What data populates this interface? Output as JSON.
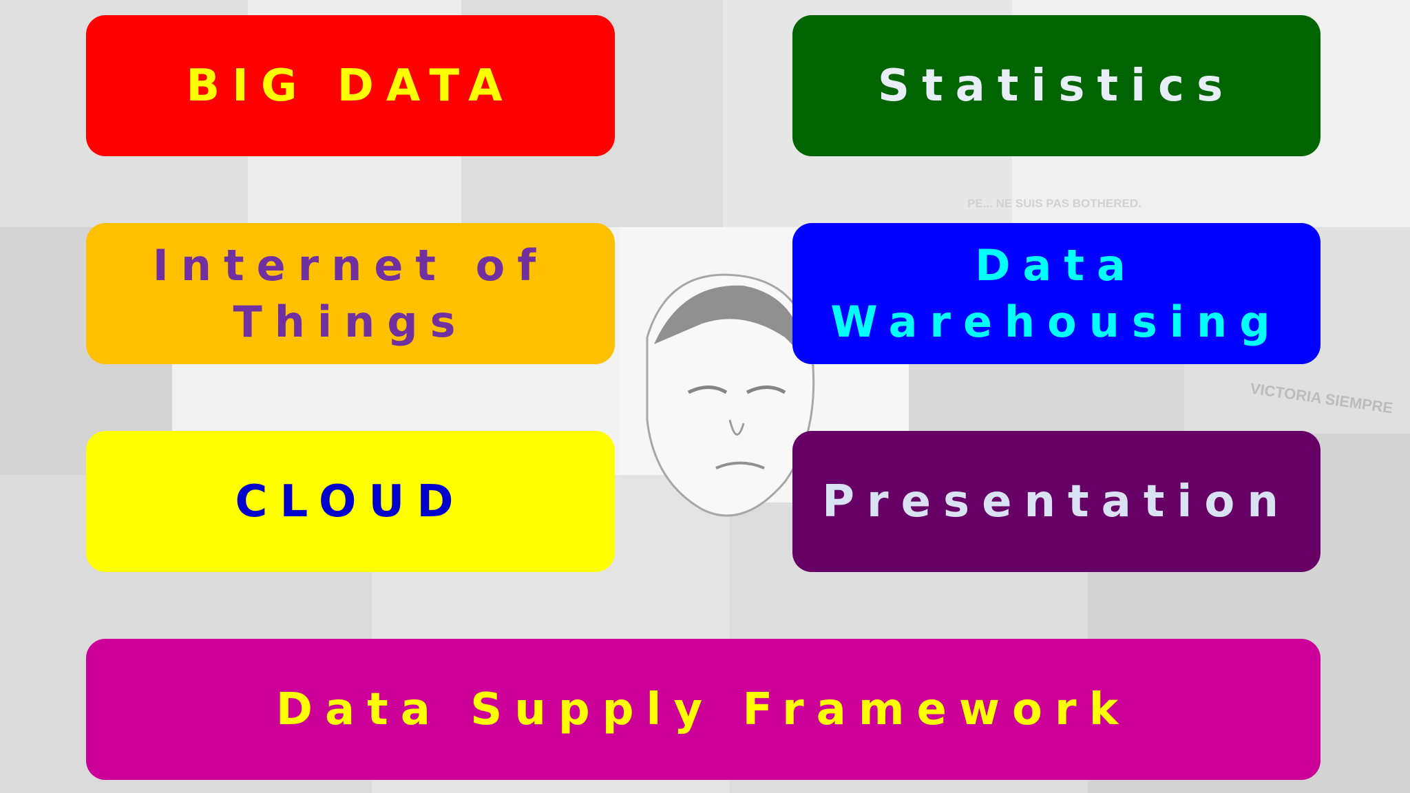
{
  "slide": {
    "tiles": {
      "big_data": "BIG DATA",
      "statistics": "Statistics",
      "iot_line1": "Internet of",
      "iot_line2": "Things",
      "dw_line1": "Data",
      "dw_line2": "Warehousing",
      "cloud": "CLOUD",
      "presentation": "Presentation",
      "data_supply_framework": "Data Supply Framework"
    },
    "tile_colors": {
      "big_data": "#ff0000",
      "statistics": "#006400",
      "internet_of_things": "#ffc000",
      "data_warehousing": "#0000ff",
      "cloud": "#ffff00",
      "presentation": "#660066",
      "data_supply_framework": "#cc0099"
    },
    "background_text": "PE... NE SUIS PAS BOTHERED.",
    "background_sign_text": "VICTORIA SIEMPRE"
  }
}
